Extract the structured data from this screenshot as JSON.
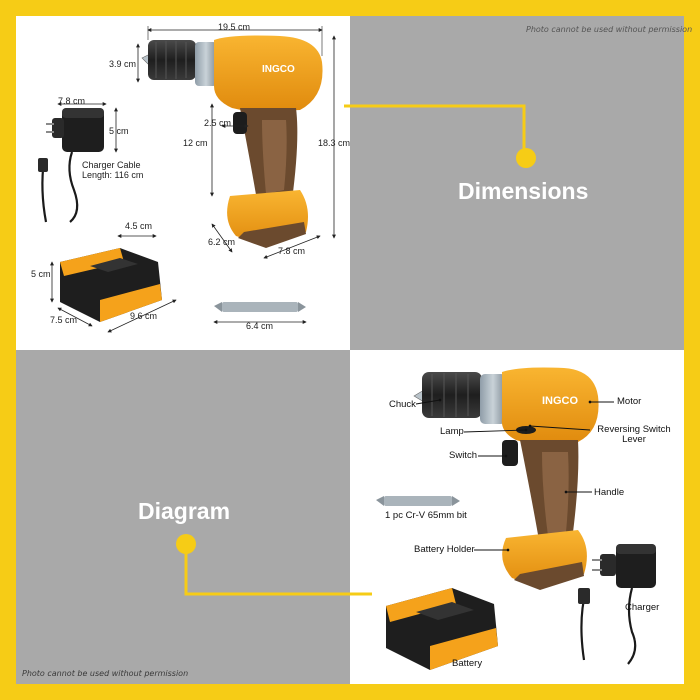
{
  "notice": {
    "top": "Photo cannot be used without permission",
    "bottom": "Photo cannot be used without permission"
  },
  "sections": {
    "dimensions": "Dimensions",
    "diagram": "Diagram"
  },
  "brand": "INGCO",
  "measurements": {
    "drill_length": "19.5 cm",
    "chuck_height": "3.9 cm",
    "drill_height": "18.3 cm",
    "handle_height": "12 cm",
    "trigger_width": "2.5 cm",
    "base_depth": "6.2 cm",
    "base_width": "7.8 cm",
    "charger_width": "7.8 cm",
    "charger_height": "5 cm",
    "charger_cable": "Charger Cable Length: 116 cm",
    "battery_top": "4.5 cm",
    "battery_height": "5 cm",
    "battery_depth": "7.5 cm",
    "battery_length": "9.6 cm",
    "bit_length": "6.4 cm"
  },
  "parts": {
    "chuck": "Chuck",
    "motor": "Motor",
    "lamp": "Lamp",
    "reversing_switch": "Reversing Switch Lever",
    "switch": "Switch",
    "handle": "Handle",
    "bit": "1 pc Cr-V 65mm bit",
    "battery_holder": "Battery Holder",
    "charger": "Charger",
    "battery": "Battery"
  },
  "colors": {
    "frame_yellow": "#f6cc16",
    "panel_grey": "#a9a9a9",
    "drill_orange": "#f5a21b",
    "grip_brown": "#6b4a2e"
  }
}
